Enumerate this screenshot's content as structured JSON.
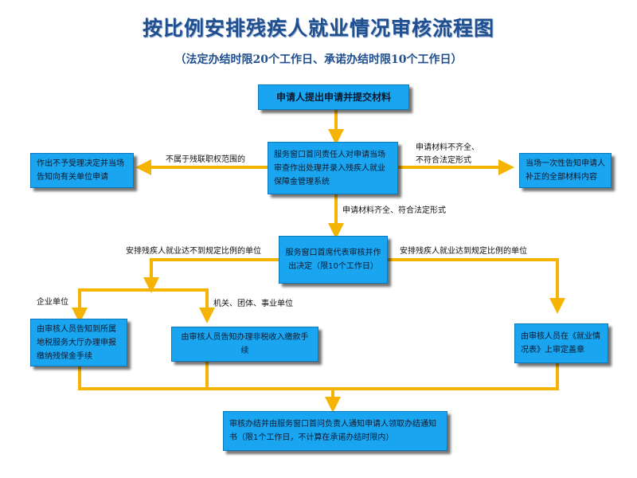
{
  "title": "按比例安排残疾人就业情况审核流程图",
  "subtitle": "（法定办结时限20个工作日、承诺办结时限10个工作日）",
  "nodes": {
    "start": "申请人提出申请并提交材料",
    "intake": "服务窗口首问责任人对申请当场审查作出处理并录入残疾人就业保障金管理系统",
    "reject": "作出不予受理决定并当场告知向有关单位申请",
    "supplement": "当场一次性告知申请人补正的全部材料内容",
    "decision": "服务窗口首席代表审核并作出决定（限10个工作日）",
    "enterprise": "由审核人员告知到所属地税服务大厅办理申报缴纳残保金手续",
    "institution": "由审核人员告知办理非税收入缴款手续",
    "stamp": "由审核人员在《就业情况表》上审定盖章",
    "end": "审核办结并由服务窗口首问负责人通知申请人领取办结通知书（限1个工作日，不计算在承诺办结时限内）"
  },
  "edge_labels": {
    "not_in_scope": "不属于残联职权范围的",
    "incomplete_line1": "申请材料不齐全、",
    "incomplete_line2": "不符合法定形式",
    "complete": "申请材料齐全、符合法定形式",
    "below_ratio": "安排残疾人就业达不到规定比例的单位",
    "meets_ratio": "安排残疾人就业达到规定比例的单位",
    "enterprise_unit": "企业单位",
    "institution_unit": "机关、团体、事业单位"
  },
  "colors": {
    "box_fill": "#1aa5f0",
    "arrow": "#f5b400",
    "title": "#1f4f8f"
  }
}
